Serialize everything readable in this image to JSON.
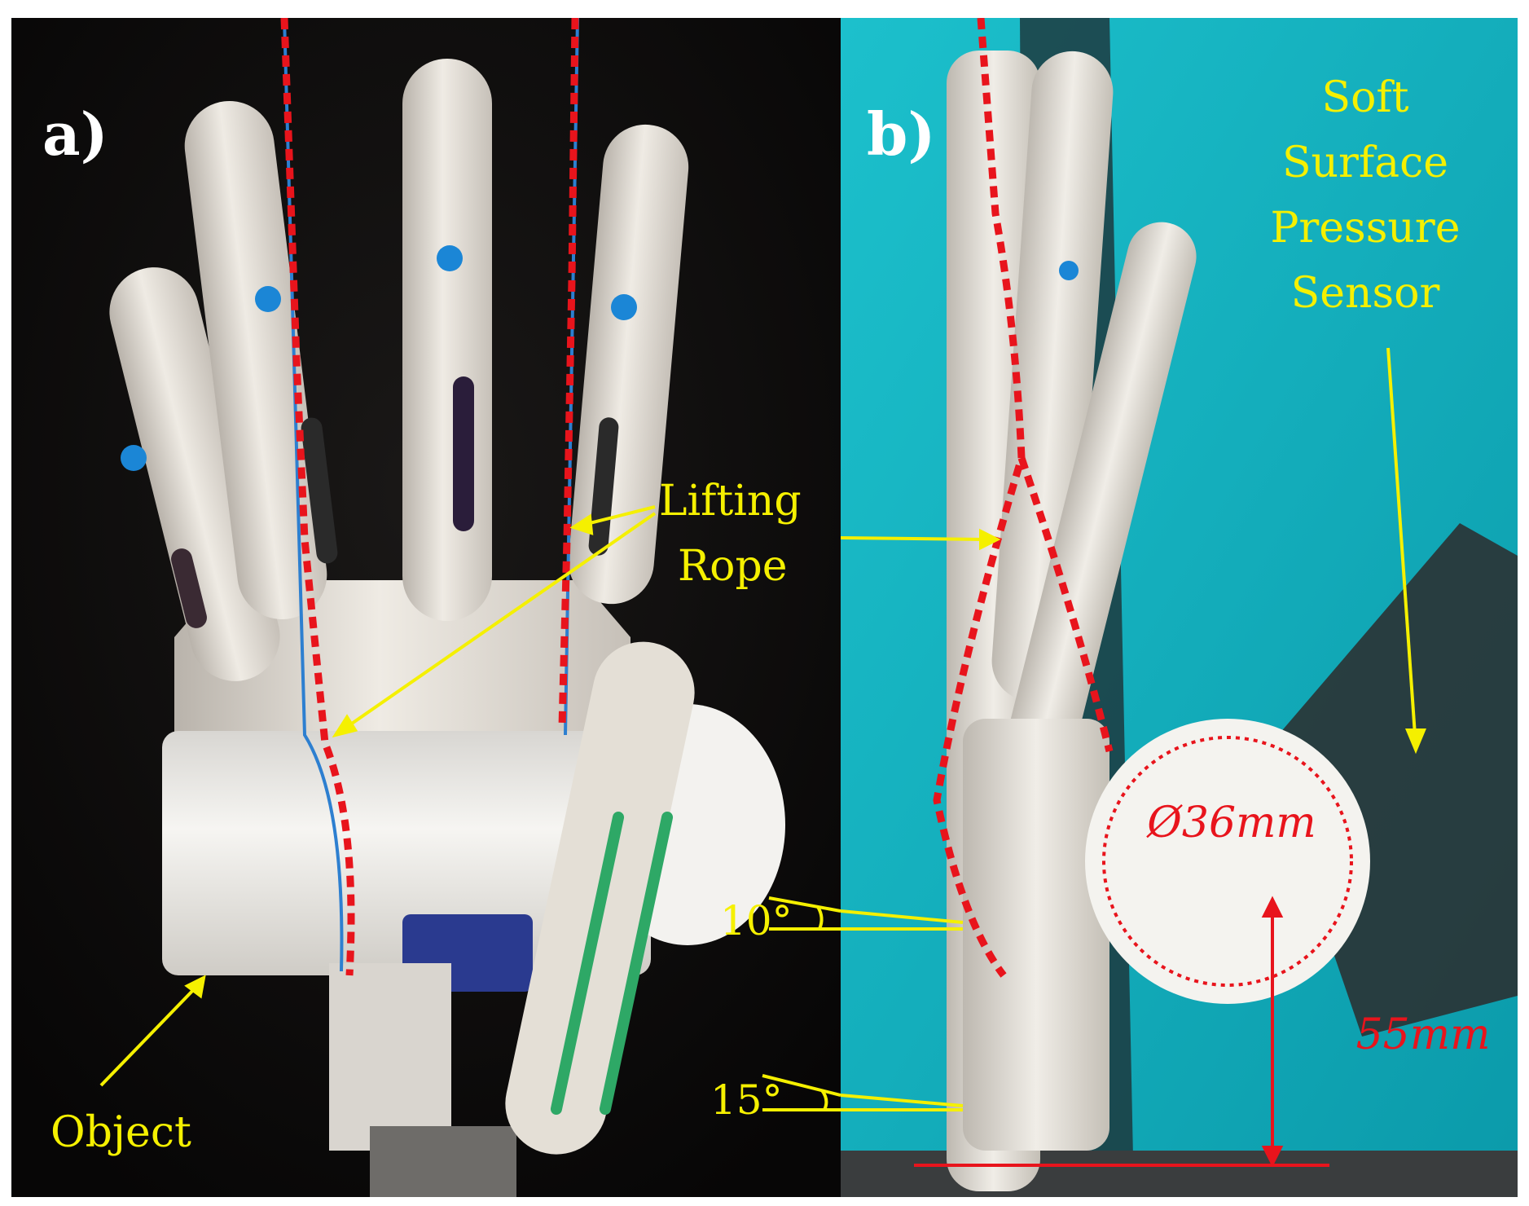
{
  "panels": {
    "a": {
      "letter": "a)",
      "labels": {
        "lifting_rope_1": "Lifting",
        "lifting_rope_2": "Rope",
        "object": "Object",
        "angle_10": "10°",
        "angle_15": "15°"
      }
    },
    "b": {
      "letter": "b)",
      "labels": {
        "sensor_1": "Soft",
        "sensor_2": "Surface",
        "sensor_3": "Pressure",
        "sensor_4": "Sensor",
        "diameter": "Ø36mm",
        "height": "55mm"
      }
    }
  },
  "colors": {
    "annotation_yellow": "#f5f000",
    "marker_red": "#e8141c",
    "panel_b_background": "#12b2bf",
    "panel_a_background": "#0c0b0b"
  }
}
